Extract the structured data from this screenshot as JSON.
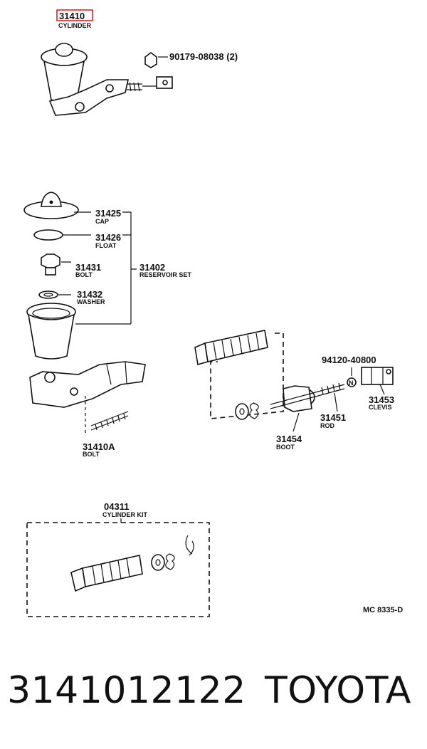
{
  "diagram": {
    "main_part": {
      "number": "31410",
      "name": "CYLINDER"
    },
    "nut": {
      "number": "90179-08038 (2)"
    },
    "cap": {
      "number": "31425",
      "name": "CAP"
    },
    "float": {
      "number": "31426",
      "name": "FLOAT"
    },
    "bolt_small": {
      "number": "31431",
      "name": "BOLT"
    },
    "washer": {
      "number": "31432",
      "name": "WASHER"
    },
    "reservoir_set": {
      "number": "31402",
      "name": "RESERVOIR SET"
    },
    "stud_bolt": {
      "number": "31410A",
      "name": "BOLT"
    },
    "clevis_nut": {
      "number": "94120-40800"
    },
    "rod": {
      "number": "31451",
      "name": "ROD"
    },
    "clevis": {
      "number": "31453",
      "name": "CLEVIS"
    },
    "boot": {
      "number": "31454",
      "name": "BOOT"
    },
    "cylinder_kit": {
      "number": "04311",
      "name": "CYLINDER KIT"
    },
    "drawing_code": "MC 8335-D",
    "nut_marker": "N"
  },
  "footer": {
    "part_number": "3141012122",
    "brand": "TOYOTA"
  },
  "colors": {
    "highlight": "#e02020",
    "ink": "#111111"
  }
}
